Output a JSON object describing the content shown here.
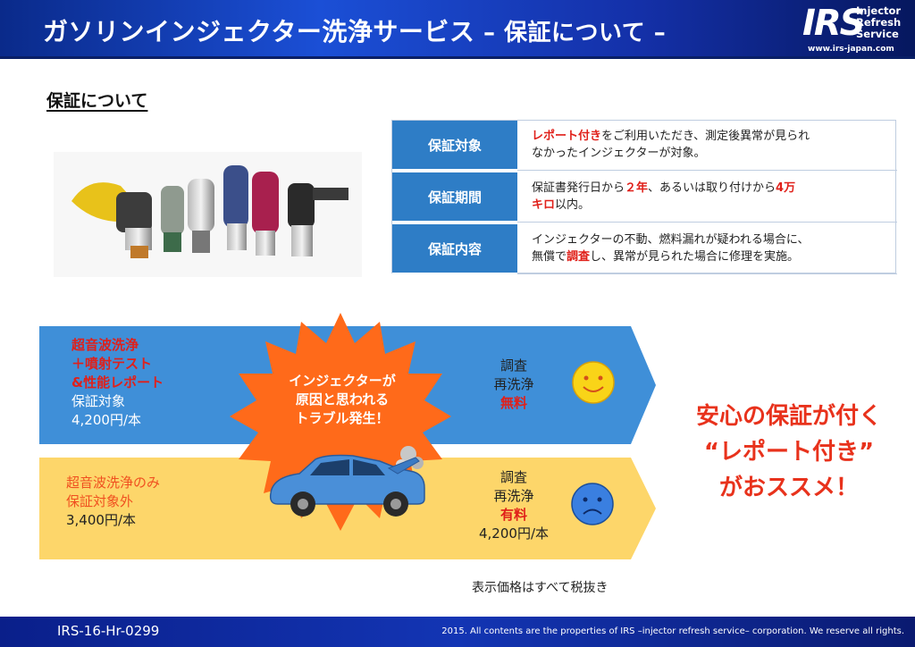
{
  "header": {
    "title": "ガソリンインジェクター洗浄サービス",
    "subtitle": " – 保証について –",
    "logo": {
      "letters": "IRS",
      "words": [
        "Injector",
        "Refresh",
        "Service"
      ],
      "url": "www.irs-japan.com"
    }
  },
  "section_heading": "保証について",
  "photo": {
    "alt": "injector-photo"
  },
  "warranty_table": {
    "rows": [
      {
        "label": "保証対象",
        "line1_red": "レポート付き",
        "line1_rest": "をご利用いただき、測定後異常が見られ",
        "line2": "なかったインジェクターが対象。"
      },
      {
        "label": "保証期間",
        "p1": "保証書発行日から",
        "r1": "２年",
        "p2": "、あるいは取り付けから",
        "r2": "4万",
        "r3": "キロ",
        "p3": "以内。"
      },
      {
        "label": "保証内容",
        "line1": "インジェクターの不動、燃料漏れが疑われる場合に、",
        "p1": "無償で",
        "r1": "調査",
        "p2": "し、異常が見られた場合に修理を実施。"
      }
    ]
  },
  "plan_report": {
    "line1": "超音波洗浄",
    "line2": "＋噴射テスト",
    "line3": "&性能レポート",
    "line4": "保証対象",
    "price": "4,200円/本",
    "result_line1": "調査",
    "result_line2": "再洗浄",
    "result_line3": "無料",
    "face": "smiley-face-icon"
  },
  "plan_basic": {
    "line1": "超音波洗浄のみ",
    "line2": "保証対象外",
    "price": "3,400円/本",
    "result_line1": "調査",
    "result_line2": "再洗浄",
    "result_line3": "有料",
    "result_price": "4,200円/本",
    "face": "sad-face-icon"
  },
  "burst": {
    "line1": "インジェクターが",
    "line2": "原因と思われる",
    "line3": "トラブル発生！"
  },
  "message": {
    "line1": "安心の保証が付く",
    "line2": "“レポート付き”",
    "line3": "がおススメ！"
  },
  "tax_note": "表示価格はすべて税抜き",
  "footer": {
    "code": "IRS-16-Hr-0299",
    "copyright": "2015. All contents are the properties of IRS –injector refresh service– corporation. We reserve all rights."
  },
  "colors": {
    "header_blue": "#1b4fd6",
    "table_label_blue": "#2e7dc6",
    "band_blue": "#3f8fd8",
    "band_yellow": "#fdd66a",
    "burst_orange": "#ff6a1a",
    "accent_red": "#e0201a"
  }
}
